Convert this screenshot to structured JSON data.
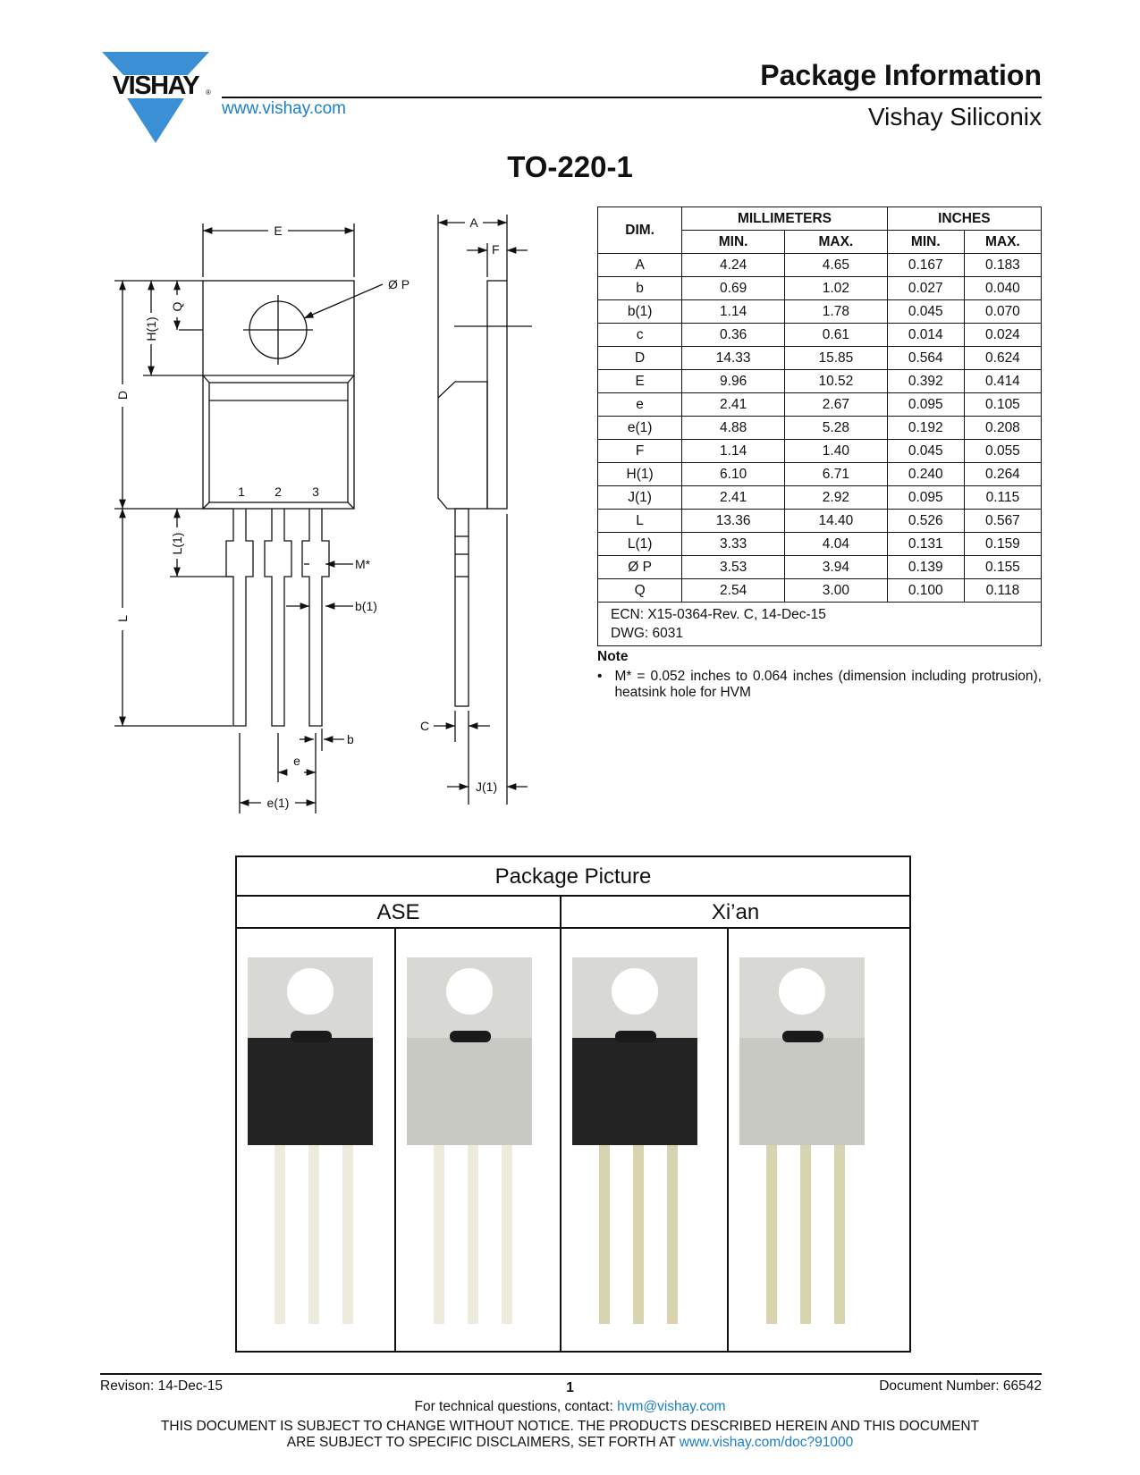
{
  "header": {
    "logo_text": "VISHAY",
    "url": "www.vishay.com",
    "title": "Package Information",
    "subtitle": "Vishay Siliconix"
  },
  "package_name": "TO-220-1",
  "drawing": {
    "labels": {
      "E": "E",
      "A": "A",
      "F": "F",
      "P": "Ø P",
      "Q": "Q",
      "H1": "H(1)",
      "D": "D",
      "pin1": "1",
      "pin2": "2",
      "pin3": "3",
      "M": "M*",
      "b1": "b(1)",
      "L1": "L(1)",
      "L": "L",
      "C": "C",
      "b": "b",
      "e": "e",
      "e1": "e(1)",
      "J1": "J(1)"
    }
  },
  "table": {
    "h_dim": "DIM.",
    "h_mm": "MILLIMETERS",
    "h_in": "INCHES",
    "h_min": "MIN.",
    "h_max": "MAX.",
    "rows": [
      [
        "A",
        "4.24",
        "4.65",
        "0.167",
        "0.183"
      ],
      [
        "b",
        "0.69",
        "1.02",
        "0.027",
        "0.040"
      ],
      [
        "b(1)",
        "1.14",
        "1.78",
        "0.045",
        "0.070"
      ],
      [
        "c",
        "0.36",
        "0.61",
        "0.014",
        "0.024"
      ],
      [
        "D",
        "14.33",
        "15.85",
        "0.564",
        "0.624"
      ],
      [
        "E",
        "9.96",
        "10.52",
        "0.392",
        "0.414"
      ],
      [
        "e",
        "2.41",
        "2.67",
        "0.095",
        "0.105"
      ],
      [
        "e(1)",
        "4.88",
        "5.28",
        "0.192",
        "0.208"
      ],
      [
        "F",
        "1.14",
        "1.40",
        "0.045",
        "0.055"
      ],
      [
        "H(1)",
        "6.10",
        "6.71",
        "0.240",
        "0.264"
      ],
      [
        "J(1)",
        "2.41",
        "2.92",
        "0.095",
        "0.115"
      ],
      [
        "L",
        "13.36",
        "14.40",
        "0.526",
        "0.567"
      ],
      [
        "L(1)",
        "3.33",
        "4.04",
        "0.131",
        "0.159"
      ],
      [
        "Ø P",
        "3.53",
        "3.94",
        "0.139",
        "0.155"
      ],
      [
        "Q",
        "2.54",
        "3.00",
        "0.100",
        "0.118"
      ]
    ],
    "ecn": "ECN: X15-0364-Rev. C, 14-Dec-15",
    "dwg": "DWG: 6031"
  },
  "note": {
    "heading": "Note",
    "bullet": "•",
    "text": "M* = 0.052 inches to 0.064 inches (dimension including protrusion), heatsink hole for HVM"
  },
  "pictures": {
    "title": "Package Picture",
    "col1": "ASE",
    "col2": "Xi’an"
  },
  "footer": {
    "revision": "Revison: 14-Dec-15",
    "page": "1",
    "doc_number": "Document Number: 66542",
    "contact_prefix": "For technical questions, contact: ",
    "contact_email": "hvm@vishay.com",
    "disclaimer1": "THIS DOCUMENT IS SUBJECT TO CHANGE WITHOUT NOTICE. THE PRODUCTS DESCRIBED HEREIN AND THIS DOCUMENT",
    "disclaimer2": "ARE SUBJECT TO SPECIFIC DISCLAIMERS, SET FORTH AT ",
    "disclaimer_link": "www.vishay.com/doc?91000"
  },
  "colors": {
    "brand": "#3b8fd4",
    "link": "#1a7fc8"
  }
}
